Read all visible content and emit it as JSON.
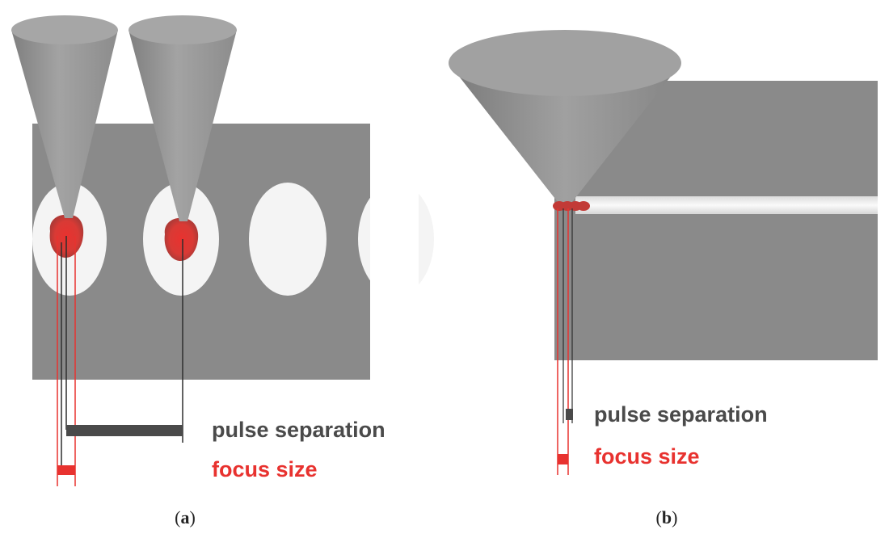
{
  "panel_a": {
    "caption_letter": "a",
    "pulse_separation_label": "pulse separation",
    "focus_size_label": "focus size"
  },
  "panel_b": {
    "caption_letter": "b",
    "pulse_separation_label": "pulse separation",
    "focus_size_label": "focus size"
  },
  "colors": {
    "material": "#8a8a8a",
    "cone": "#999999",
    "hole": "#f4f4f4",
    "focus": "#e8322f",
    "separation_bar": "#4a4a4a",
    "separation_text": "#4a4a4a",
    "focus_text": "#e8322f"
  }
}
